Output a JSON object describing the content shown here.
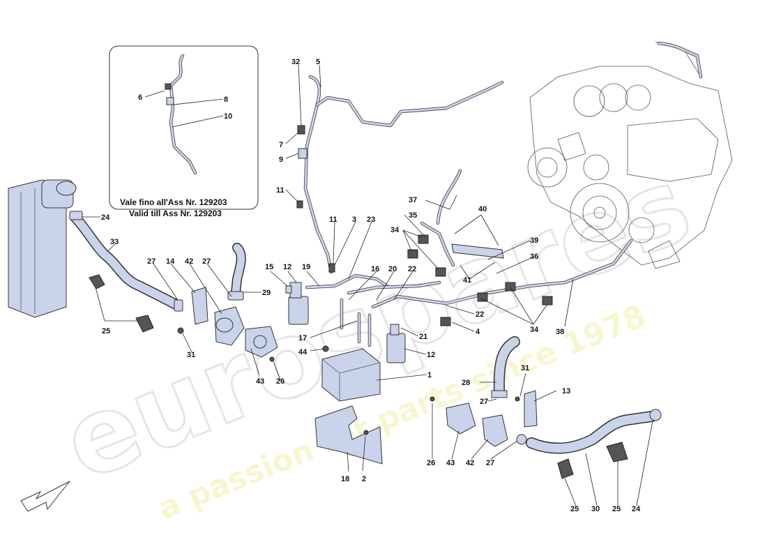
{
  "inset": {
    "line1": "Vale fino all'Ass Nr. 129203",
    "line2": "Valid till Ass Nr. 129203"
  },
  "watermark": {
    "brand": "eurospares",
    "tagline": "a passion for parts since 1978"
  },
  "labels": {
    "l1": "1",
    "l2": "2",
    "l3": "3",
    "l4": "4",
    "l5": "5",
    "l6": "6",
    "l7": "7",
    "l8": "8",
    "l9": "9",
    "l10": "10",
    "l11a": "11",
    "l11b": "11",
    "l12a": "12",
    "l12b": "12",
    "l13": "13",
    "l14": "14",
    "l15": "15",
    "l16": "16",
    "l17": "17",
    "l18": "18",
    "l19": "19",
    "l20": "20",
    "l21": "21",
    "l22a": "22",
    "l22b": "22",
    "l23": "23",
    "l24a": "24",
    "l24b": "24",
    "l25a": "25",
    "l25b": "25",
    "l25c": "25",
    "l26a": "26",
    "l26b": "26",
    "l27a": "27",
    "l27b": "27",
    "l27c": "27",
    "l27d": "27",
    "l28": "28",
    "l29": "29",
    "l30": "30",
    "l31a": "31",
    "l31b": "31",
    "l32": "32",
    "l33": "33",
    "l34a": "34",
    "l34b": "34",
    "l35": "35",
    "l36": "36",
    "l37": "37",
    "l38": "38",
    "l39": "39",
    "l40": "40",
    "l41": "41",
    "l42a": "42",
    "l42b": "42",
    "l43a": "43",
    "l43b": "43",
    "l44": "44"
  },
  "colors": {
    "part_fill": "#c9d3ea",
    "outline": "#333333",
    "watermark": "#e6e6e6",
    "tagline": "#f2f0b0"
  }
}
